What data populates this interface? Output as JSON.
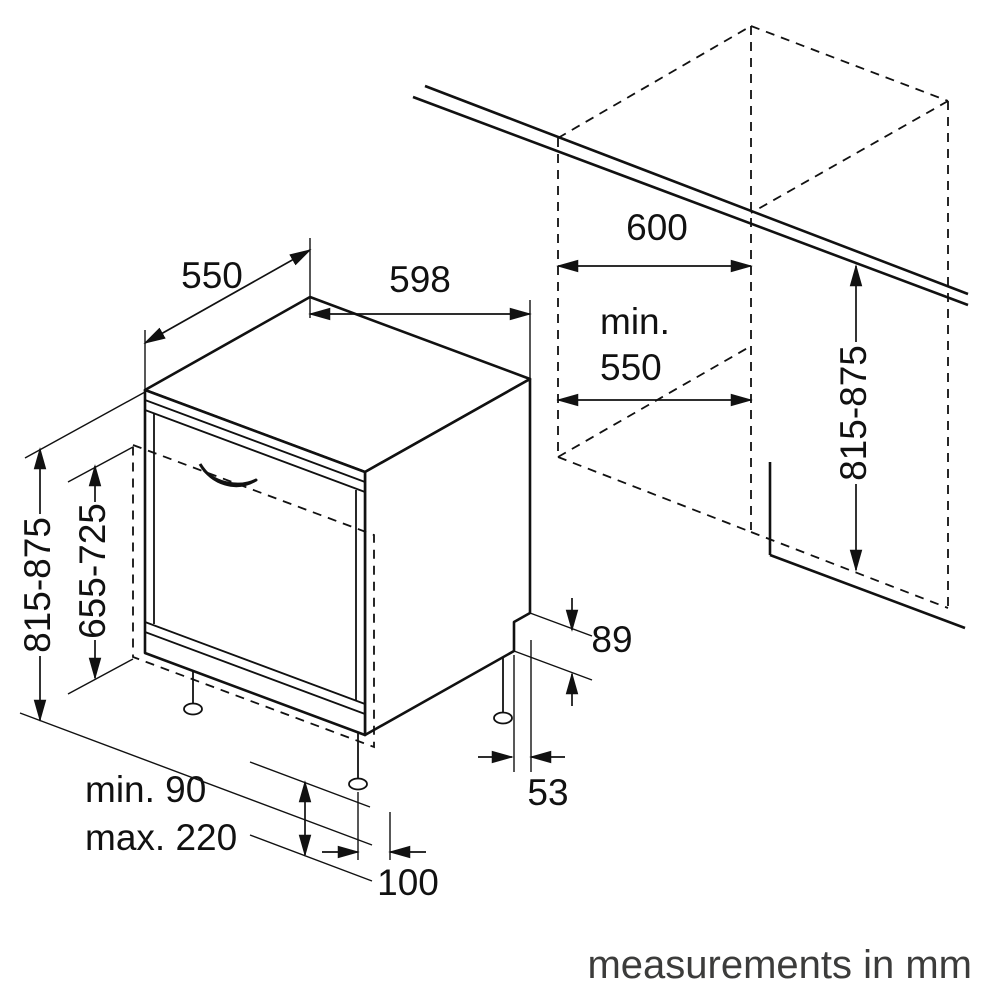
{
  "note": {
    "text": "measurements in mm"
  },
  "colors": {
    "line": "#111111",
    "note_text": "#3c3c3b",
    "background": "#ffffff"
  },
  "dimensions": {
    "top_depth": {
      "label": "550"
    },
    "width": {
      "label": "598"
    },
    "niche_width": {
      "label": "600"
    },
    "niche_depth": {
      "line1": "min.",
      "line2": "550"
    },
    "appliance_height": {
      "label": "815-875"
    },
    "door_panel_height": {
      "label": "655-725"
    },
    "niche_height": {
      "label": "815-875"
    },
    "rear_recess_height": {
      "label": "89"
    },
    "rear_recess_depth": {
      "label": "53"
    },
    "plinth_height": {
      "line1": "min. 90",
      "line2": "max. 220"
    },
    "plinth_depth": {
      "label": "100"
    }
  }
}
